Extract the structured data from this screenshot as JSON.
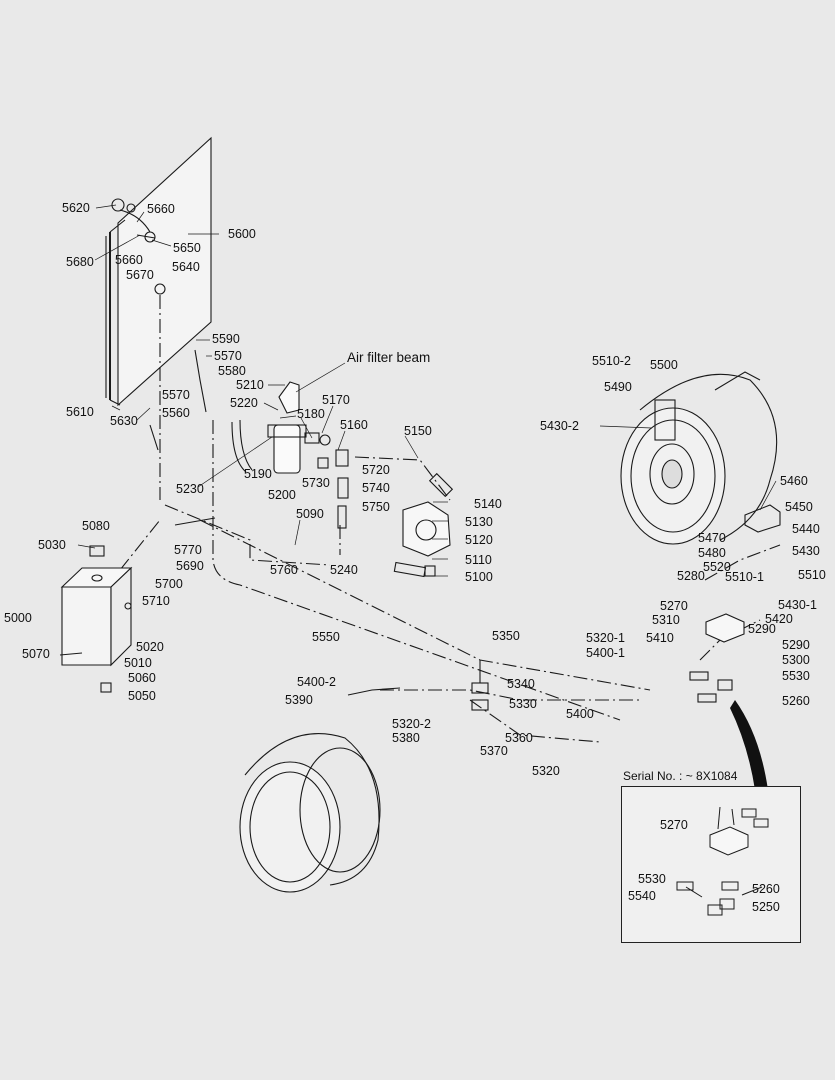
{
  "diagram": {
    "air_filter_caption": "Air filter beam",
    "inset_caption": "Serial No. : ~ 8X1084",
    "callouts": {
      "c5620": "5620",
      "c5660a": "5660",
      "c5600": "5600",
      "c5650": "5650",
      "c5680": "5680",
      "c5660b": "5660",
      "c5670": "5670",
      "c5640": "5640",
      "c5590": "5590",
      "c5570a": "5570",
      "c5580": "5580",
      "c5210": "5210",
      "c5220": "5220",
      "c5570b": "5570",
      "c5560": "5560",
      "c5610": "5610",
      "c5630": "5630",
      "c5180": "5180",
      "c5170": "5170",
      "c5160": "5160",
      "c5150": "5150",
      "c5720": "5720",
      "c5730": "5730",
      "c5740": "5740",
      "c5750": "5750",
      "c5190": "5190",
      "c5200": "5200",
      "c5230": "5230",
      "c5090": "5090",
      "c5140": "5140",
      "c5130": "5130",
      "c5120": "5120",
      "c5110": "5110",
      "c5100": "5100",
      "c5080": "5080",
      "c5030": "5030",
      "c5770": "5770",
      "c5690": "5690",
      "c5700": "5700",
      "c5710": "5710",
      "c5760": "5760",
      "c5240": "5240",
      "c5550": "5550",
      "c5000": "5000",
      "c5020": "5020",
      "c5070": "5070",
      "c5010": "5010",
      "c5060": "5060",
      "c5050": "5050",
      "c5510_2": "5510-2",
      "c5500": "5500",
      "c5490": "5490",
      "c5430_2": "5430-2",
      "c5460": "5460",
      "c5450": "5450",
      "c5440": "5440",
      "c5470": "5470",
      "c5480": "5480",
      "c5430": "5430",
      "c5520": "5520",
      "c5280": "5280",
      "c5510_1": "5510-1",
      "c5510": "5510",
      "c5270": "5270",
      "c5430_1": "5430-1",
      "c5310": "5310",
      "c5420": "5420",
      "c5290a": "5290",
      "c5320_1": "5320-1",
      "c5410": "5410",
      "c5290b": "5290",
      "c5400_1": "5400-1",
      "c5300": "5300",
      "c5530": "5530",
      "c5260": "5260",
      "c5350": "5350",
      "c5340": "5340",
      "c5330": "5330",
      "c5400_2": "5400-2",
      "c5390": "5390",
      "c5320_2": "5320-2",
      "c5380": "5380",
      "c5400": "5400",
      "c5360": "5360",
      "c5370": "5370",
      "c5320": "5320",
      "i5270": "5270",
      "i5530": "5530",
      "i5260": "5260",
      "i5540": "5540",
      "i5250": "5250"
    }
  }
}
